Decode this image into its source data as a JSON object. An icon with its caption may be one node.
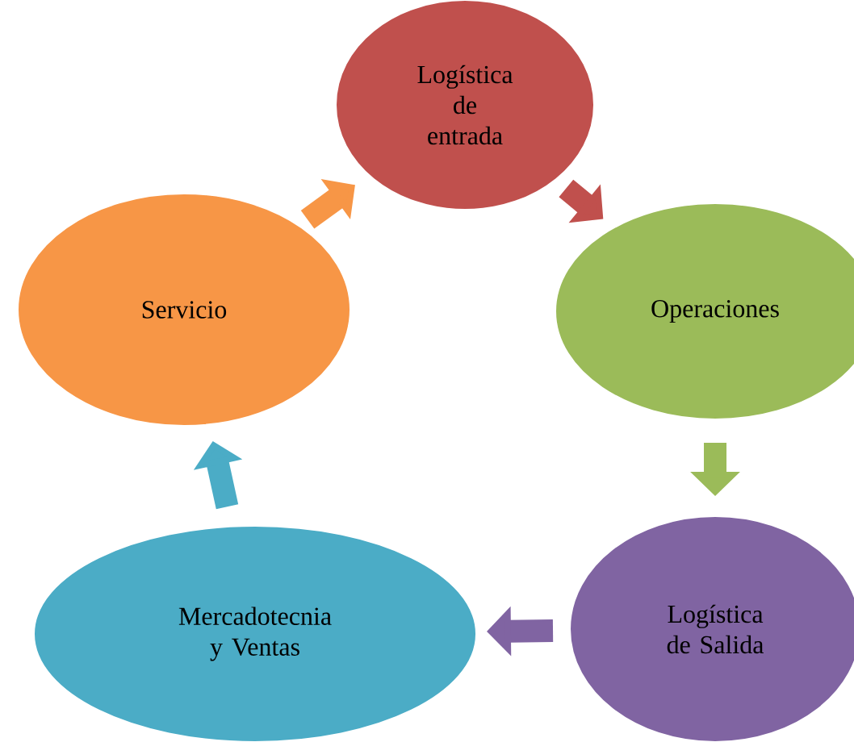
{
  "diagram": {
    "nodes": [
      {
        "text": [
          "Logística de entrada"
        ]
      },
      {
        "text": [
          "Operaciones"
        ]
      },
      {
        "text": [
          "Logística de Salida"
        ]
      },
      {
        "text": [
          "Mercadotecnia y Ventas"
        ]
      },
      {
        "text": [
          "Servicio"
        ]
      }
    ],
    "edges": [
      {
        "from": 0,
        "to": 1,
        "arrow": "to",
        "color": "#c0504d"
      },
      {
        "from": 1,
        "to": 2,
        "arrow": "to",
        "color": "#9bbb59"
      },
      {
        "from": 2,
        "to": 3,
        "arrow": "to",
        "color": "#8064a2"
      },
      {
        "from": 3,
        "to": 4,
        "arrow": "to",
        "color": "#4bacc6"
      },
      {
        "from": 4,
        "to": 0,
        "arrow": "to",
        "color": "#f79646"
      }
    ]
  }
}
